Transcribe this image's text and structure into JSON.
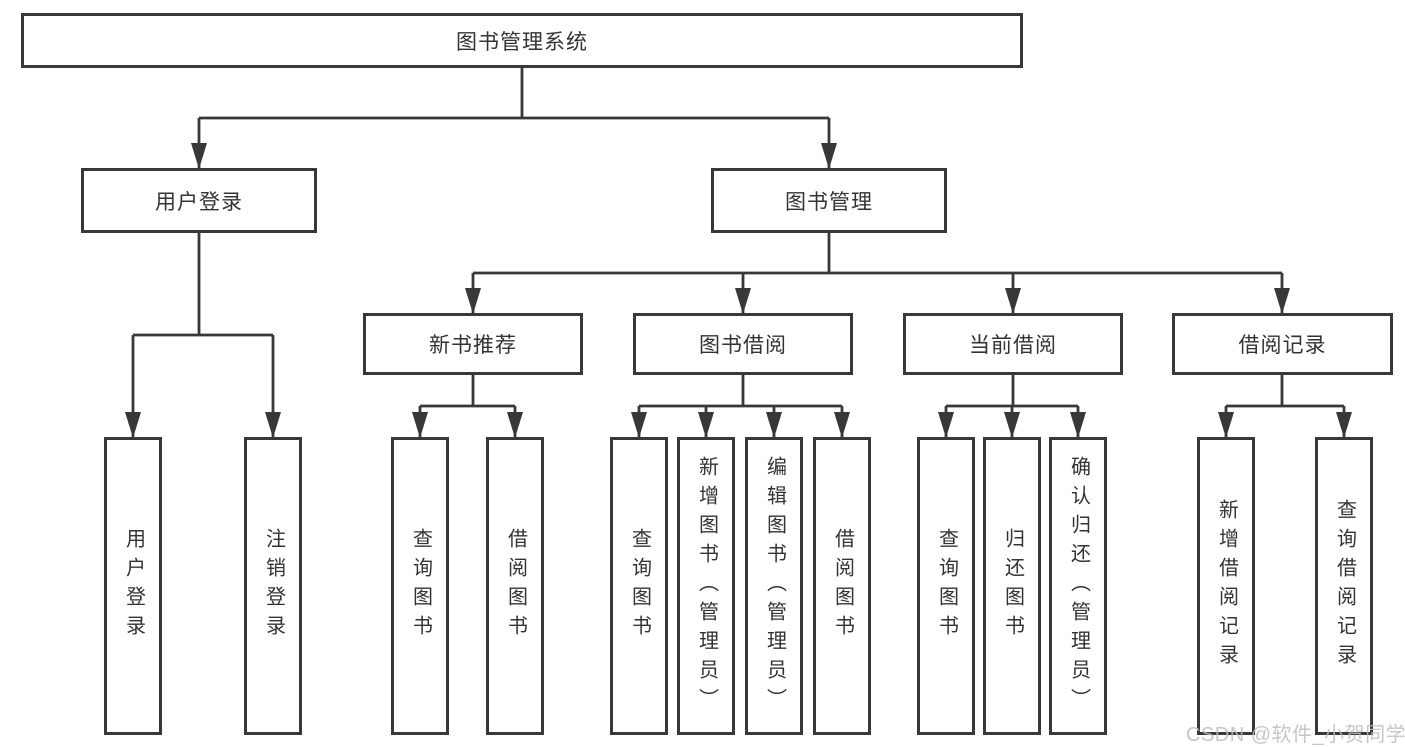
{
  "colors": {
    "line": "#383838",
    "text": "#333333",
    "box_bg": "#ffffff",
    "watermark": "#bdbdbd"
  },
  "watermark": {
    "text": "CSDN @软件_小贺同学"
  },
  "diagram": {
    "root": {
      "label": "图书管理系统"
    },
    "level2": [
      {
        "label": "用户登录",
        "children": [
          {
            "label": "用户登录"
          },
          {
            "label": "注销登录"
          }
        ]
      },
      {
        "label": "图书管理",
        "children": [
          {
            "label": "新书推荐",
            "children": [
              {
                "label": "查询图书"
              },
              {
                "label": "借阅图书"
              }
            ]
          },
          {
            "label": "图书借阅",
            "children": [
              {
                "label": "查询图书"
              },
              {
                "label": "新增图书（管理员）"
              },
              {
                "label": "编辑图书（管理员）"
              },
              {
                "label": "借阅图书"
              }
            ]
          },
          {
            "label": "当前借阅",
            "children": [
              {
                "label": "查询图书"
              },
              {
                "label": "归还图书"
              },
              {
                "label": "确认归还（管理员）"
              }
            ]
          },
          {
            "label": "借阅记录",
            "children": [
              {
                "label": "新增借阅记录"
              },
              {
                "label": "查询借阅记录"
              }
            ]
          }
        ]
      }
    ]
  }
}
